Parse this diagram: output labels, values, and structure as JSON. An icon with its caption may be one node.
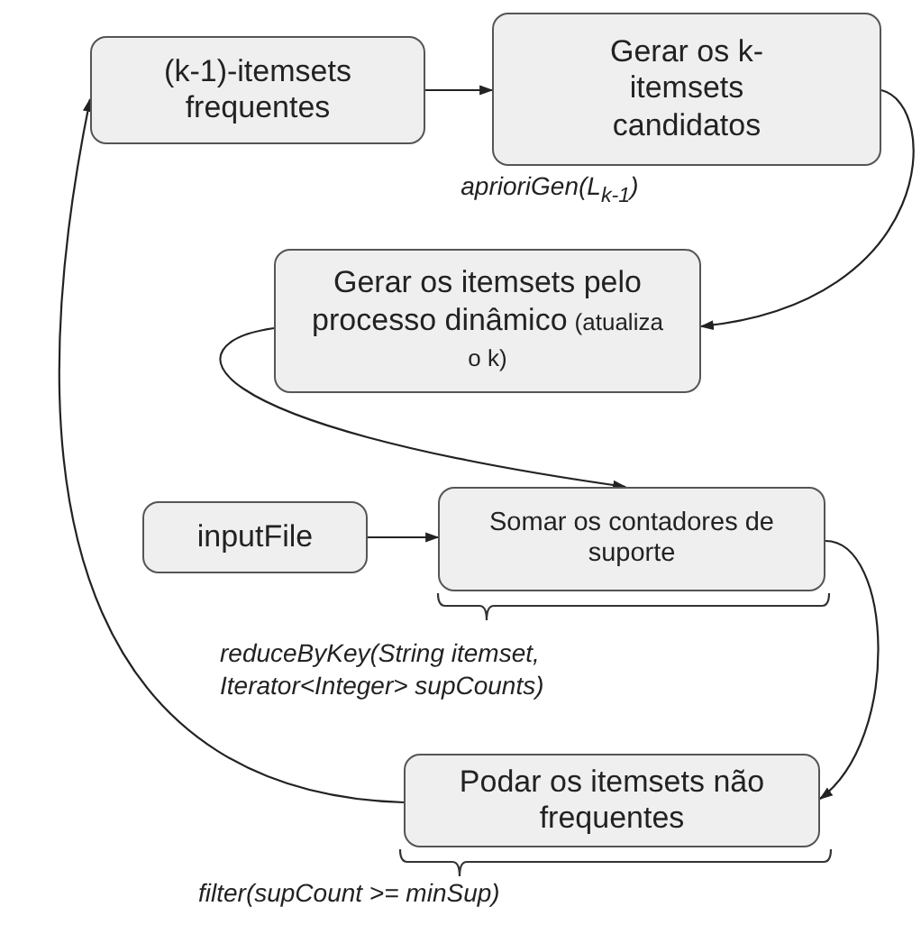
{
  "diagram": {
    "nodes": [
      {
        "text": [
          "(k-1)-itemsets frequentes"
        ]
      },
      {
        "text": [
          "Gerar os k- itemsets candidatos"
        ],
        "beside": [
          "aprioriGen(L$_{k-1}$)"
        ]
      },
      {
        "text": [
          "Gerar os itemsets pelo processo dinâmico",
          "(atualiza o k)"
        ]
      },
      {
        "text": [
          "inputFile"
        ]
      },
      {
        "text": [
          "Somar os contadores de suporte"
        ],
        "beside": [
          "reduceByKey(String itemset, Iterator<Integer> supCounts)"
        ]
      },
      {
        "text": [
          "Podar os itemsets não frequentes"
        ],
        "beside": [
          "filter(supCount >= minSup)"
        ]
      }
    ],
    "edges": [
      {
        "from": 0,
        "to": 1,
        "arrow": "to"
      },
      {
        "from": 1,
        "to": 2,
        "arrow": "to"
      },
      {
        "from": 2,
        "to": 4,
        "arrow": "to"
      },
      {
        "from": 3,
        "to": 4,
        "arrow": "to"
      },
      {
        "from": 4,
        "to": 5,
        "arrow": "to"
      },
      {
        "from": 5,
        "to": 0,
        "arrow": "to"
      }
    ]
  }
}
